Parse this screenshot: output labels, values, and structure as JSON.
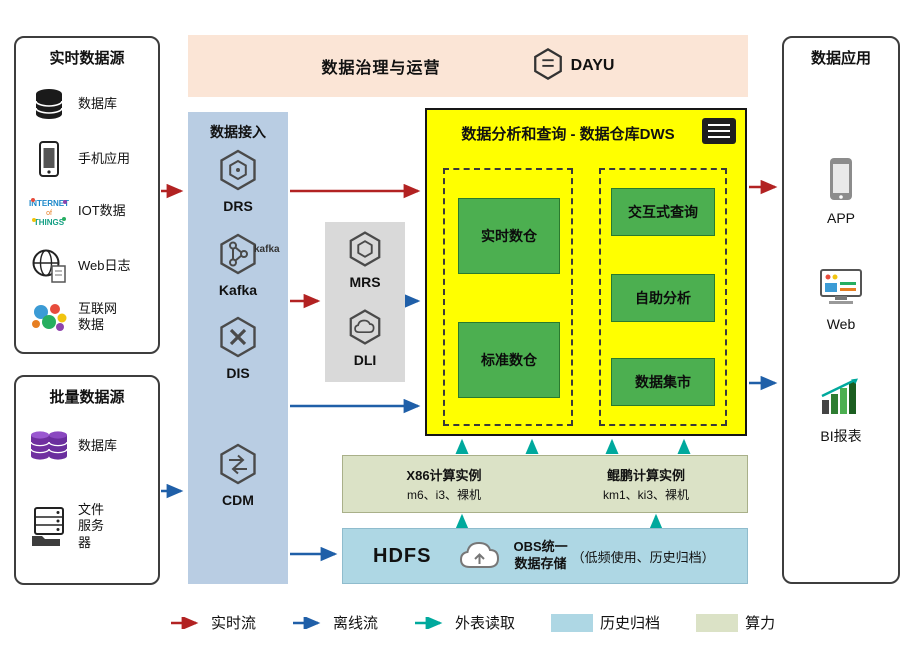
{
  "realtime_sources": {
    "title": "实时数据源",
    "items": [
      "数据库",
      "手机应用",
      "IOT数据",
      "Web日志",
      "互联网数据"
    ]
  },
  "batch_sources": {
    "title": "批量数据源",
    "items": [
      "数据库",
      "文件服务器"
    ]
  },
  "governance": {
    "title": "数据治理与运营",
    "product": "DAYU"
  },
  "ingestion": {
    "title": "数据接入",
    "items": [
      "DRS",
      "Kafka",
      "DIS",
      "CDM"
    ],
    "kafka_wordmark": "kafka"
  },
  "processing": {
    "items": [
      "MRS",
      "DLI"
    ]
  },
  "dws": {
    "title": "数据分析和查询 - 数据仓库DWS",
    "warehouses": [
      "实时数仓",
      "标准数仓"
    ],
    "services": [
      "交互式查询",
      "自助分析",
      "数据集市"
    ]
  },
  "compute": {
    "x86": {
      "title": "X86计算实例",
      "models": "m6、i3、裸机"
    },
    "kunpeng": {
      "title": "鲲鹏计算实例",
      "models": "km1、ki3、裸机"
    }
  },
  "storage": {
    "hdfs": "HDFS",
    "obs_line1": "OBS统一",
    "obs_line2": "数据存储",
    "obs_note": "（低频使用、历史归档）"
  },
  "applications": {
    "title": "数据应用",
    "items": [
      "APP",
      "Web",
      "BI报表"
    ]
  },
  "legend": {
    "realtime": {
      "label": "实时流",
      "color": "#b22222"
    },
    "offline": {
      "label": "离线流",
      "color": "#1f5fa8"
    },
    "external": {
      "label": "外表读取",
      "color": "#00a99d"
    },
    "archive": {
      "label": "历史归档",
      "color": "#aed7e4"
    },
    "compute_power": {
      "label": "算力",
      "color": "#dbe2c6"
    }
  },
  "colors": {
    "dws_background": "#ffff00",
    "warehouse_green": "#4caf50",
    "ingestion_blue": "#b9cde3",
    "governance_peach": "#fbe5d6",
    "processing_gray": "#d9d9d9"
  }
}
